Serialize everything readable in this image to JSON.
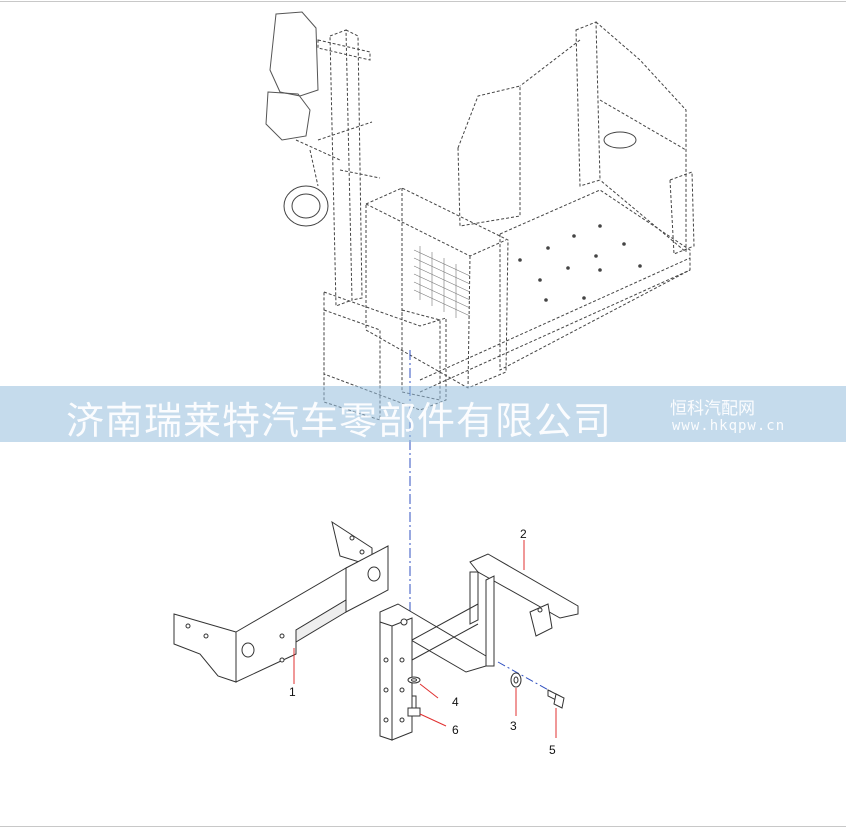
{
  "watermark": {
    "company": "济南瑞莱特汽车零部件有限公司",
    "site_name": "恒科汽配网",
    "site_url": "www.hkqpw.cn"
  },
  "callouts": [
    {
      "id": "c1",
      "label": "1"
    },
    {
      "id": "c2",
      "label": "2"
    },
    {
      "id": "c3",
      "label": "3"
    },
    {
      "id": "c4",
      "label": "4"
    },
    {
      "id": "c5",
      "label": "5"
    },
    {
      "id": "c6",
      "label": "6"
    }
  ],
  "colors": {
    "leader": "#e03030",
    "centerline": "#3050c0",
    "outline": "#333333"
  }
}
